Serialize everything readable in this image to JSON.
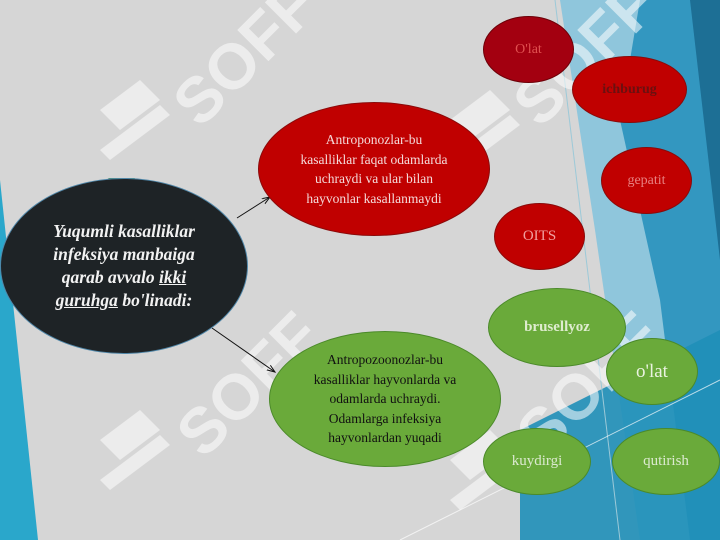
{
  "main": {
    "t1": "Yuqumli kasalliklar",
    "t2": "infeksiya manbaiga",
    "t3a": "qarab avvalo ",
    "t3u": "ikki",
    "t4u": "guruhga",
    "t4b": " bo'linadi:"
  },
  "anthroponoses": {
    "text": "Antroponozlar-bu kasalliklar faqat odamlarda uchraydi va ular bilan hayvonlar kasallanmaydi",
    "diseases": [
      "O'lat",
      "ichburug",
      "gepatit",
      "OITS"
    ]
  },
  "zooanthroponoses": {
    "text": "Antropozoonozlar-bu kasalliklar hayvonlarda va odamlarda uchraydi. Odamlarga infeksiya hayvonlardan yuqadi",
    "diseases": [
      "brusellyoz",
      "o'lat",
      "kuydirgi",
      "qutirish"
    ]
  },
  "watermark": "SOFF",
  "colors": {
    "red": "#c00000",
    "green": "#6aaa3a",
    "dark": "#1e2326",
    "teal_panel": "#2b9cc4"
  }
}
